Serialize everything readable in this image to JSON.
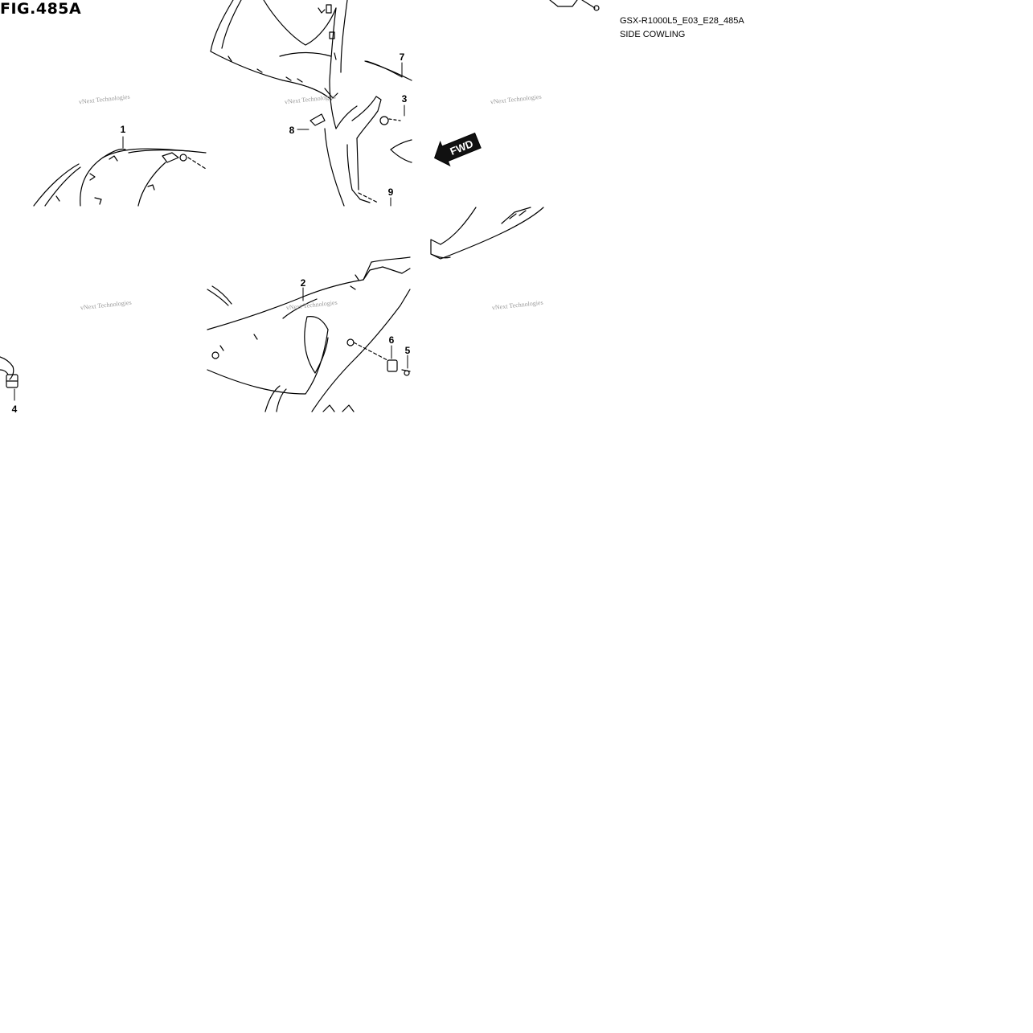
{
  "figure": {
    "title": "FIG.485A",
    "model_code": "GSX-R1000L5_E03_E28_485A",
    "section_name": "SIDE COWLING"
  },
  "callouts": [
    {
      "id": "1",
      "label": "1"
    },
    {
      "id": "2",
      "label": "2"
    },
    {
      "id": "3",
      "label": "3"
    },
    {
      "id": "4",
      "label": "4"
    },
    {
      "id": "5",
      "label": "5"
    },
    {
      "id": "6",
      "label": "6"
    },
    {
      "id": "7",
      "label": "7"
    },
    {
      "id": "8",
      "label": "8"
    },
    {
      "id": "9",
      "label": "9"
    }
  ],
  "watermark": {
    "text": "vNext Technologies"
  },
  "direction_arrow": {
    "label": "FWD"
  }
}
